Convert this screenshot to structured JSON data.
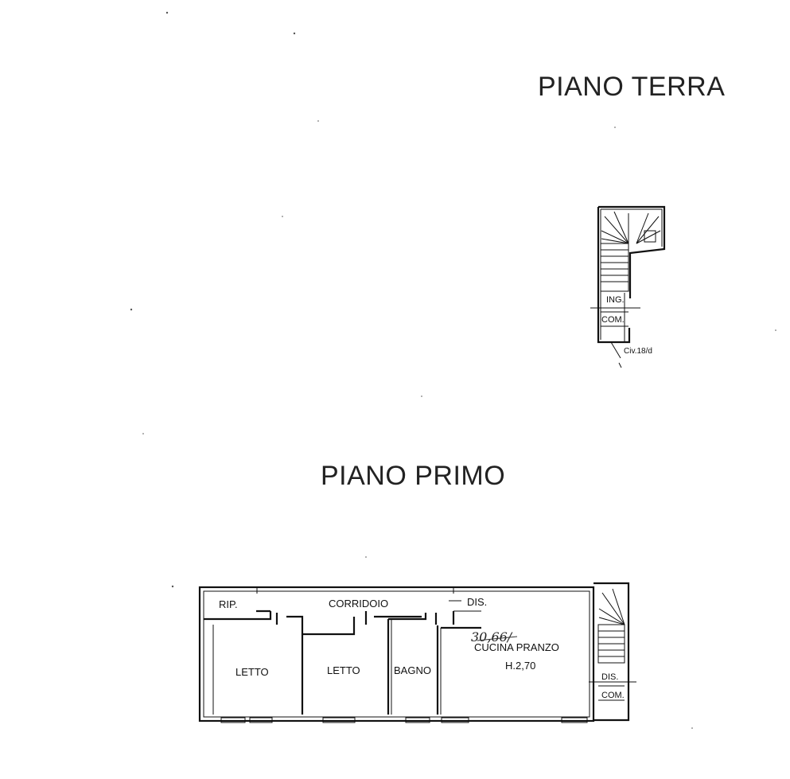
{
  "floors": {
    "ground": {
      "title": "PIANO TERRA",
      "labels": {
        "ingresso": "ING.",
        "comune": "COM.",
        "civico": "Civ.18/d"
      }
    },
    "first": {
      "title": "PIANO PRIMO",
      "labels": {
        "ripostiglio": "RIP.",
        "corridoio": "CORRIDOIO",
        "disimpegno_top": "DIS.",
        "letto_1": "LETTO",
        "letto_2": "LETTO",
        "bagno": "BAGNO",
        "cucina": "CUCINA PRANZO",
        "altezza": "H.2,70",
        "disimpegno_stair": "DIS.",
        "comune": "COM."
      },
      "annotation": "30,66/"
    }
  }
}
